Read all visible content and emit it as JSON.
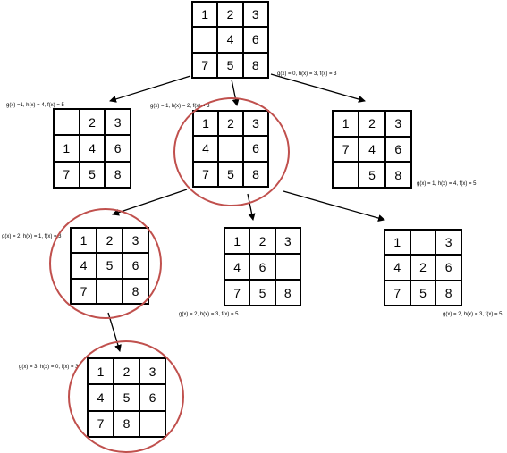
{
  "highlight_color": "#c0504d",
  "nodes": [
    {
      "id": "root",
      "state": [
        "1",
        "2",
        "3",
        "",
        "4",
        "6",
        "7",
        "5",
        "8"
      ],
      "label": "g(x) = 0, h(x) = 3, f(x) = 3",
      "highlighted": false
    },
    {
      "id": "l1-left",
      "state": [
        "",
        "2",
        "3",
        "1",
        "4",
        "6",
        "7",
        "5",
        "8"
      ],
      "label": "g(x) =1, h(x) = 4, f(x) = 5",
      "highlighted": false
    },
    {
      "id": "l1-mid",
      "state": [
        "1",
        "2",
        "3",
        "4",
        "",
        "6",
        "7",
        "5",
        "8"
      ],
      "label": "g(x) = 1, h(x) = 2, f(x) = 3",
      "highlighted": true
    },
    {
      "id": "l1-right",
      "state": [
        "1",
        "2",
        "3",
        "7",
        "4",
        "6",
        "",
        "5",
        "8"
      ],
      "label": "g(x) = 1, h(x) = 4, f(x) = 5",
      "highlighted": false
    },
    {
      "id": "l2-left",
      "state": [
        "1",
        "2",
        "3",
        "4",
        "5",
        "6",
        "7",
        "",
        "8"
      ],
      "label": "g(x) = 2, h(x) = 1, f(x) = 3",
      "highlighted": true
    },
    {
      "id": "l2-mid",
      "state": [
        "1",
        "2",
        "3",
        "4",
        "6",
        "",
        "7",
        "5",
        "8"
      ],
      "label": "g(x) = 2, h(x) = 3, f(x) = 5",
      "highlighted": false
    },
    {
      "id": "l2-right",
      "state": [
        "1",
        "",
        "3",
        "4",
        "2",
        "6",
        "7",
        "5",
        "8"
      ],
      "label": "g(x) = 2, h(x) = 3, f(x) = 5",
      "highlighted": false
    },
    {
      "id": "goal",
      "state": [
        "1",
        "2",
        "3",
        "4",
        "5",
        "6",
        "7",
        "8",
        ""
      ],
      "label": "g(x) = 3, h(x) = 0, f(x) = 3",
      "highlighted": true
    }
  ],
  "edges": [
    [
      "root",
      "l1-left"
    ],
    [
      "root",
      "l1-mid"
    ],
    [
      "root",
      "l1-right"
    ],
    [
      "l1-mid",
      "l2-left"
    ],
    [
      "l1-mid",
      "l2-mid"
    ],
    [
      "l1-mid",
      "l2-right"
    ],
    [
      "l2-left",
      "goal"
    ]
  ]
}
